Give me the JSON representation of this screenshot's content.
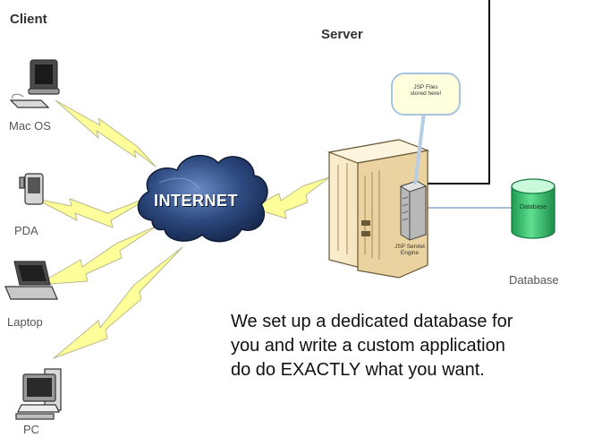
{
  "headers": {
    "client": "Client",
    "server": "Server"
  },
  "clients": {
    "mac": "Mac OS",
    "pda": "PDA",
    "laptop": "Laptop",
    "pc": "PC"
  },
  "internet": "INTERNET",
  "callout": {
    "line1": "JSP Files",
    "line2": "stored here!"
  },
  "engine": {
    "line1": "JSP Servlet",
    "line2": "Engine"
  },
  "database": {
    "icon_text": "Database",
    "label": "Database"
  },
  "description": {
    "line1": "We set up a dedicated database for",
    "line2": "you and write a custom application",
    "line3": "do do EXACTLY what you want."
  },
  "colors": {
    "lightning": "#ffff99",
    "cloud": "#2d4a80",
    "db_top": "#b9f5cf",
    "db_body": "#2fb866",
    "server_body": "#f3dfb4"
  }
}
